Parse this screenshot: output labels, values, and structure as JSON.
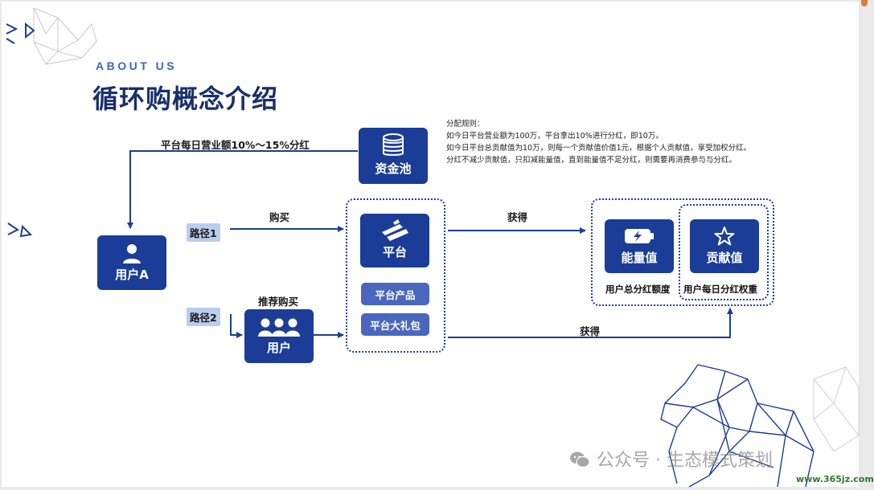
{
  "header": {
    "about": "ABOUT US",
    "title": "循环购概念介绍"
  },
  "rules": {
    "heading": "分配规则：",
    "line1": "如今日平台营业额为100万，平台拿出10%进行分红，即10万。",
    "line2": "如今日平台总贡献值为10万，则每一个贡献值价值1元，根据个人贡献值，享受加权分红。",
    "line3": "分红不减少贡献值，只扣减能量值，直到能量值不足分红，则需要再消费参与与分红。"
  },
  "flow": {
    "top_label": "平台每日营业额10%～15%分红",
    "pool": "资金池",
    "user_a": "用户A",
    "route1": "路径1",
    "route2": "路径2",
    "buy": "购买",
    "referral_buy": "推荐购买",
    "user": "用户",
    "platform": "平台",
    "platform_product": "平台产品",
    "platform_gift": "平台大礼包",
    "obtain_top": "获得",
    "obtain_bottom": "获得",
    "energy": "能量值",
    "contribution": "贡献值",
    "energy_caption": "用户总分红额度",
    "contribution_caption": "用户每日分红权重"
  },
  "watermark": {
    "text": "公众号 · 生态模式策划",
    "url": "www.365jz.com"
  },
  "colors": {
    "primary": "#1b3d98",
    "accent_text": "#3a64c8",
    "pill": "#4a66bf",
    "route_bg": "#b9cdee"
  }
}
